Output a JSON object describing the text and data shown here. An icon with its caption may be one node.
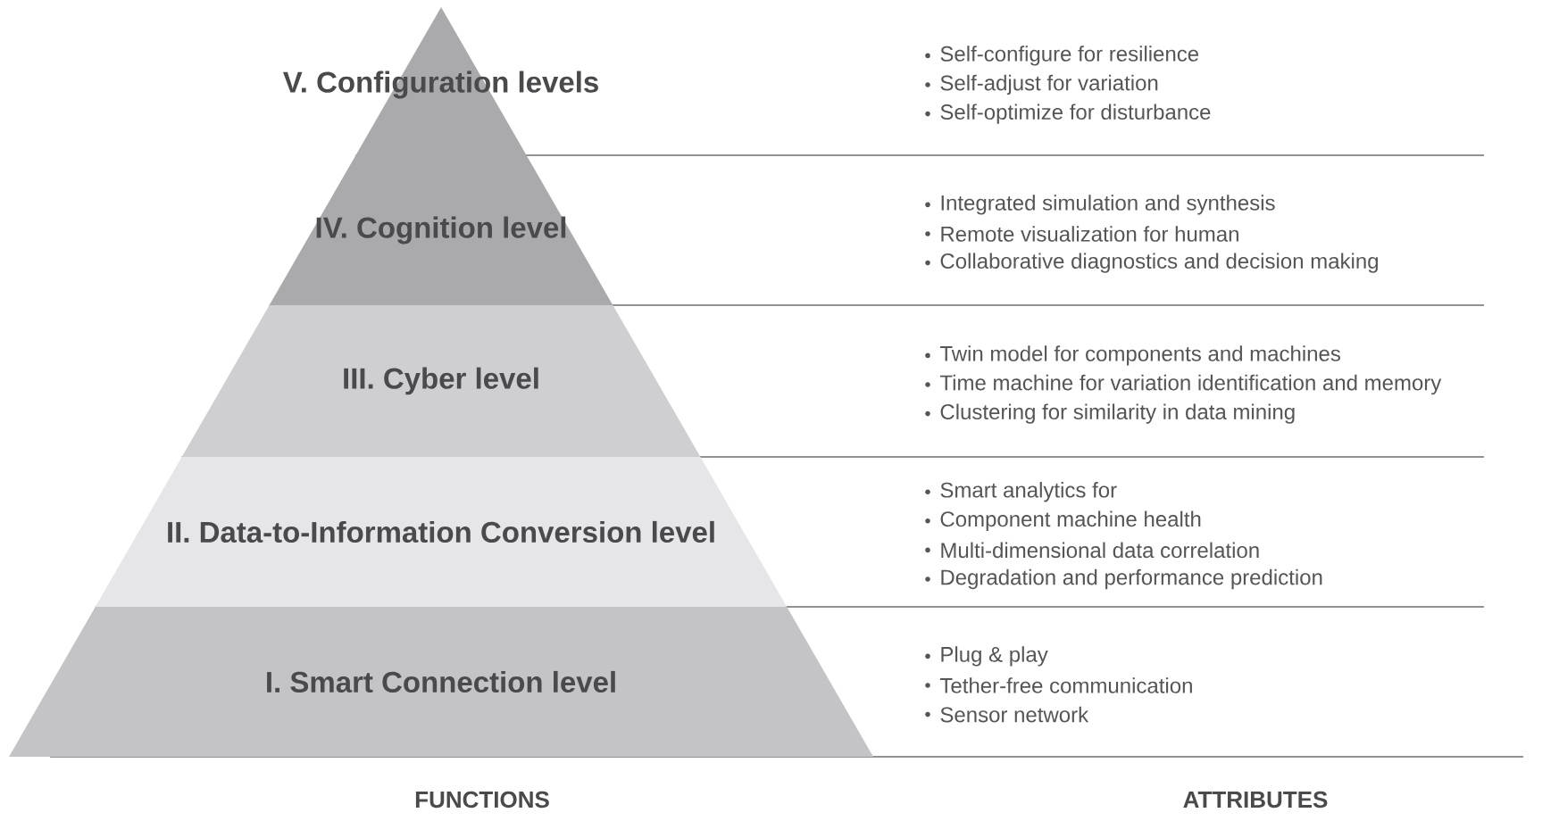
{
  "diagram": {
    "nodes": [
      {
        "text": [
          "V. Configuration levels"
        ],
        "beside": [
          "Self-configure for resilience",
          "Self-adjust for variation",
          "Self-optimize for disturbance"
        ]
      },
      {
        "text": [
          "IV. Cognition level"
        ],
        "beside": [
          "Integrated simulation and synthesis",
          "Remote visualization for human",
          "Collaborative diagnostics and decision making"
        ]
      },
      {
        "text": [
          "III. Cyber level"
        ],
        "beside": [
          "Twin model for components and machines",
          "Time machine for variation identification and memory",
          "Clustering for similarity in data mining"
        ]
      },
      {
        "text": [
          "II. Data-to-Information Conversion level"
        ],
        "beside": [
          "Smart analytics for",
          "Component machine health",
          "Multi-dimensional data correlation",
          "Degradation and performance prediction"
        ]
      },
      {
        "text": [
          "I. Smart Connection level"
        ],
        "beside": [
          "Plug & play",
          "Tether-free communication",
          "Sensor network"
        ]
      }
    ],
    "labels": [
      "FUNCTIONS",
      "ATTRIBUTES"
    ]
  }
}
